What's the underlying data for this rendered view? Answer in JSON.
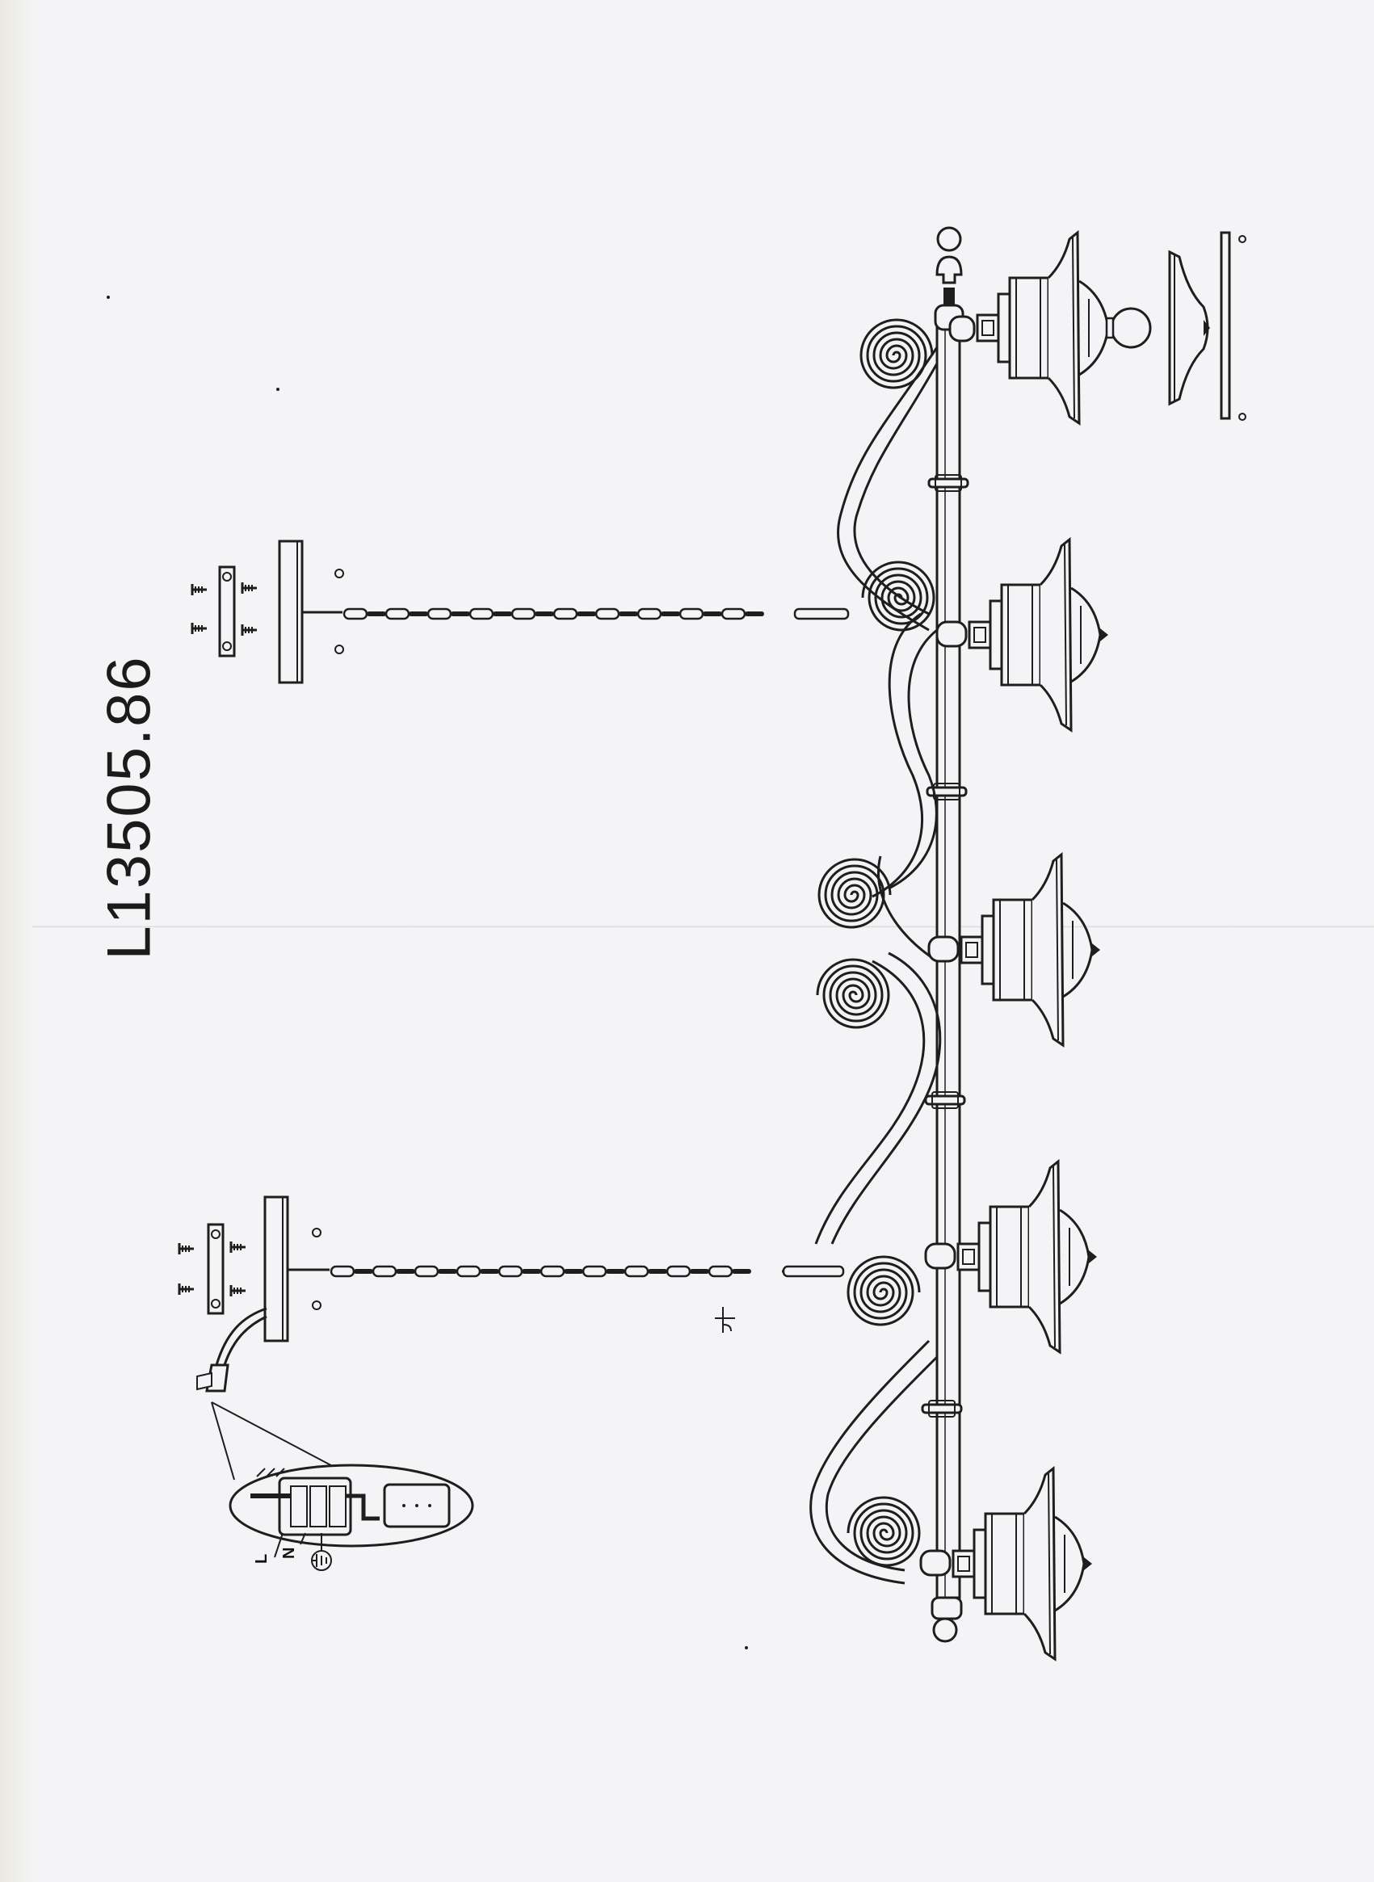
{
  "document": {
    "model_number": "L13505.86"
  },
  "wiring": {
    "labels": [
      "L",
      "N"
    ],
    "ground_symbol": "ground-icon"
  },
  "diagram": {
    "shade_count": 5,
    "chain_count": 2
  },
  "colors": {
    "paper": "#f4f4f6",
    "line": "#1e1e1e"
  }
}
